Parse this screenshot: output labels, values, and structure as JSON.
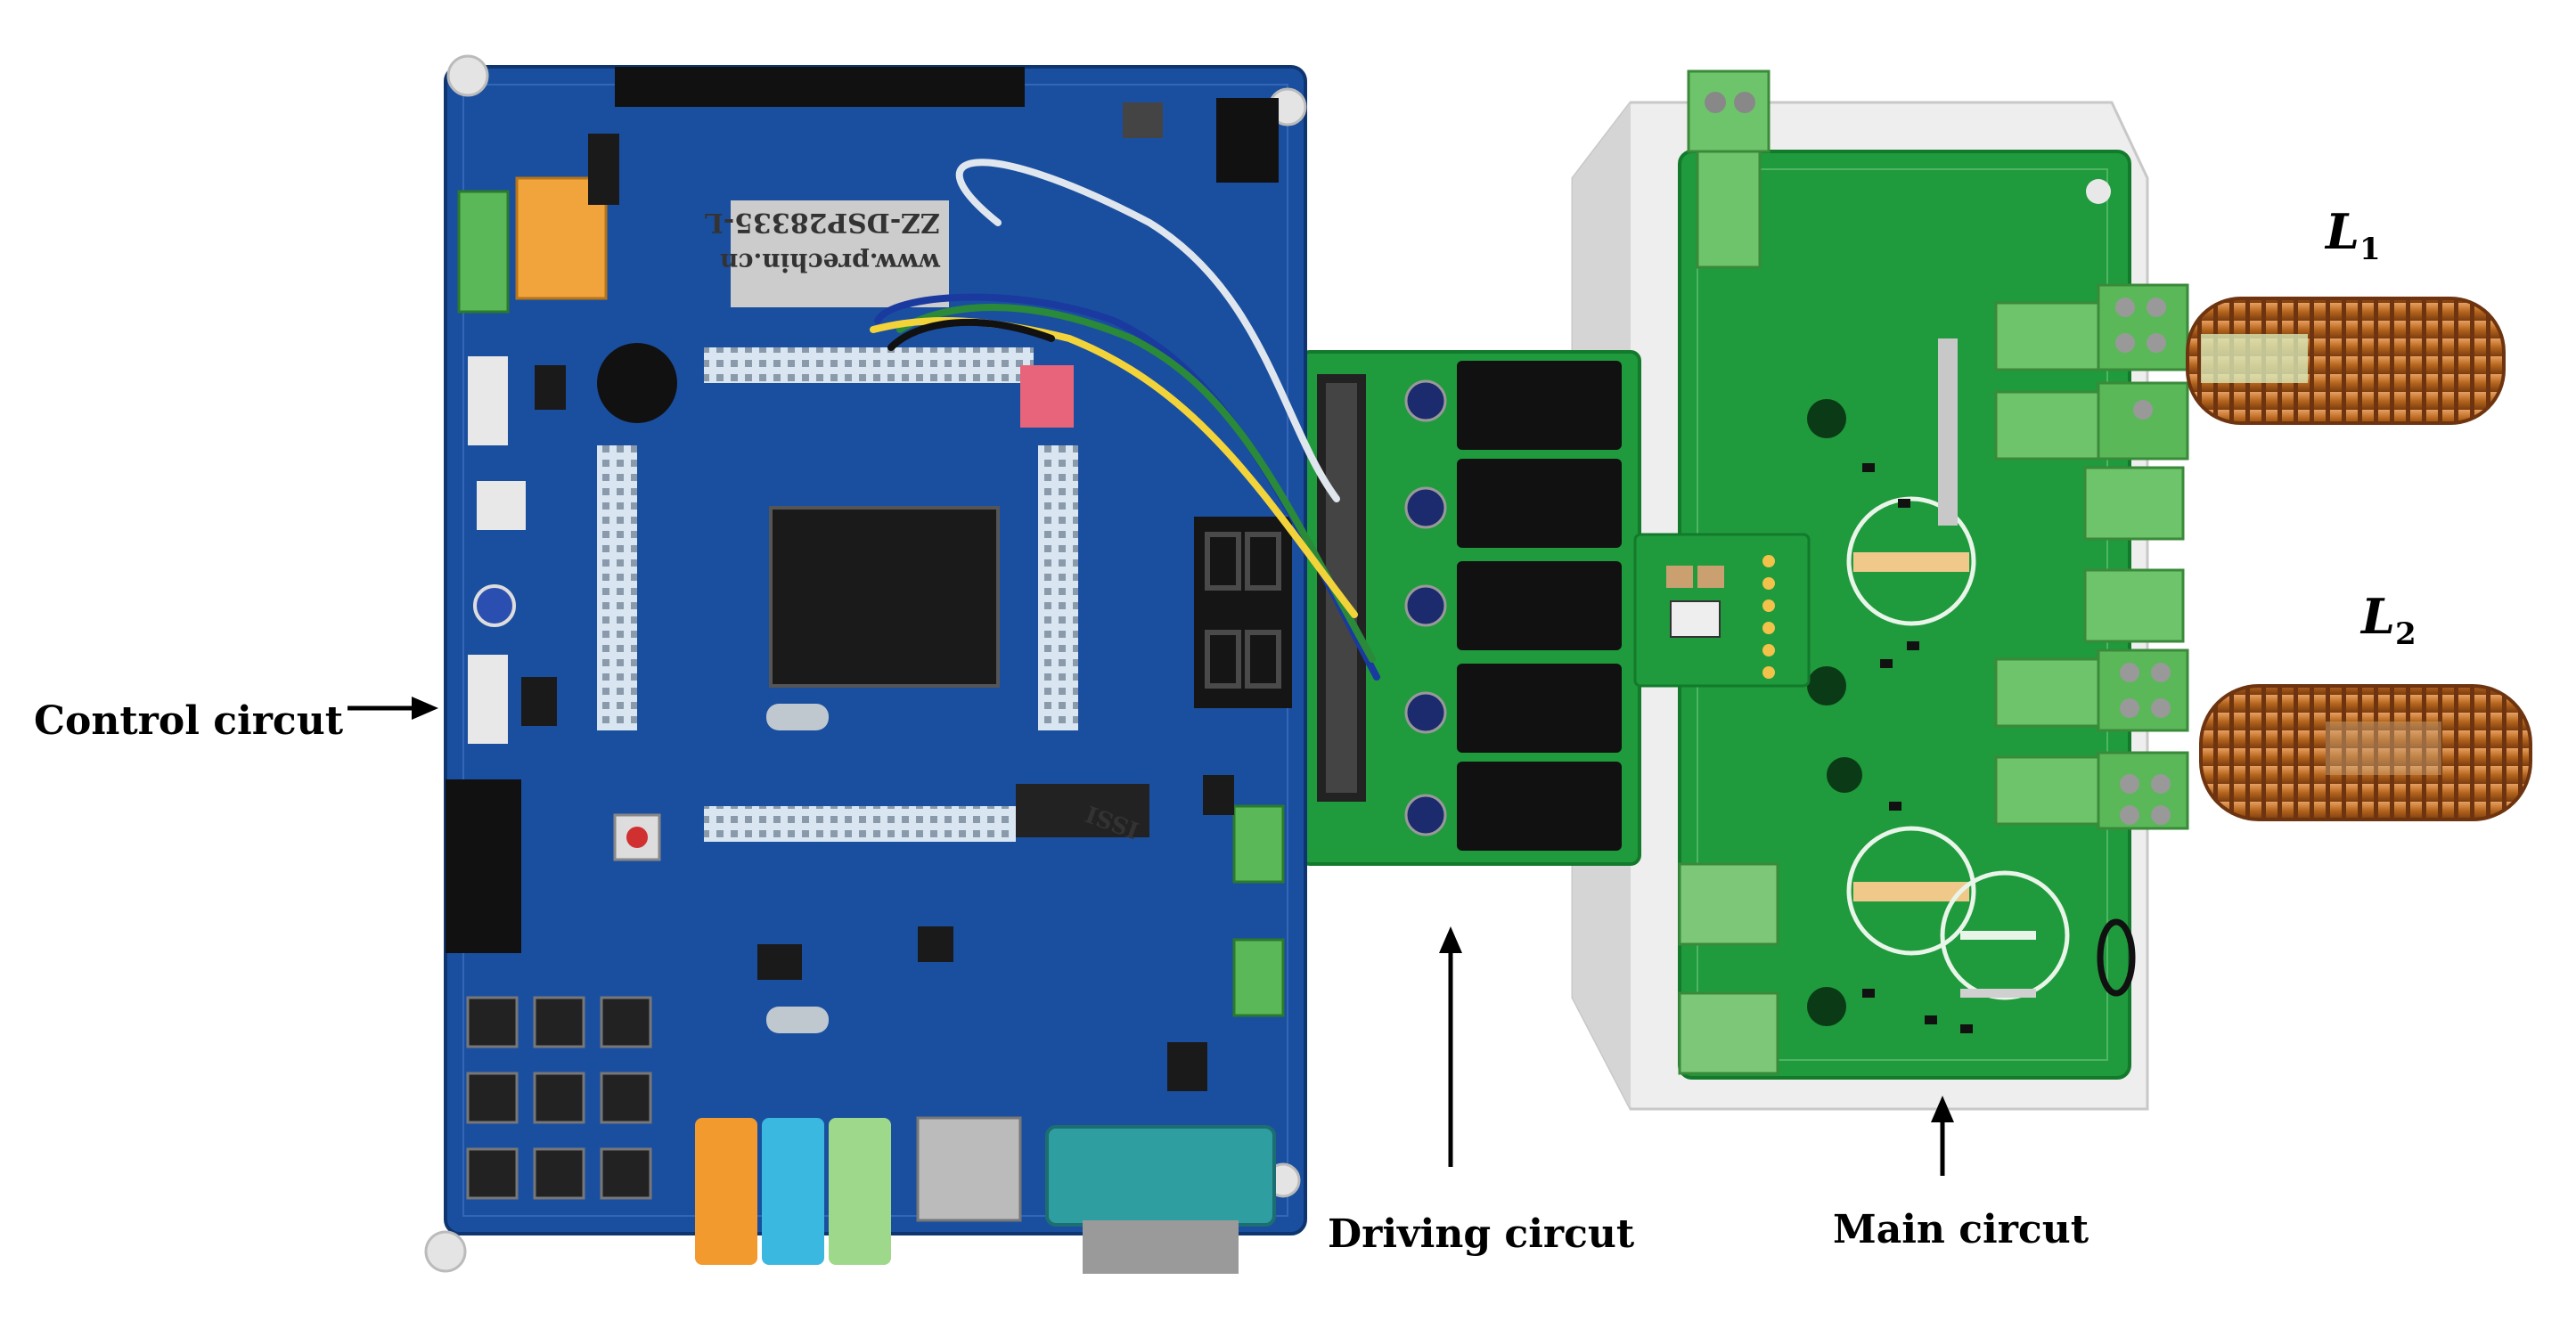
{
  "labels": {
    "control": "Control circut",
    "driving": "Driving circut",
    "main": "Main circut",
    "l1_letter": "L",
    "l1_sub": "1",
    "l2_letter": "L",
    "l2_sub": "2"
  },
  "board": {
    "name": "ZZ-DSP28335-L",
    "url": "www.prechin.cn",
    "chip_brand": "ISSI"
  },
  "colors": {
    "control_board": "#1a4fa0",
    "power_board": "#1f9a3c",
    "heatsink": "#e6e6e6",
    "terminal": "#6ec46a",
    "copper": "#b5651d"
  }
}
